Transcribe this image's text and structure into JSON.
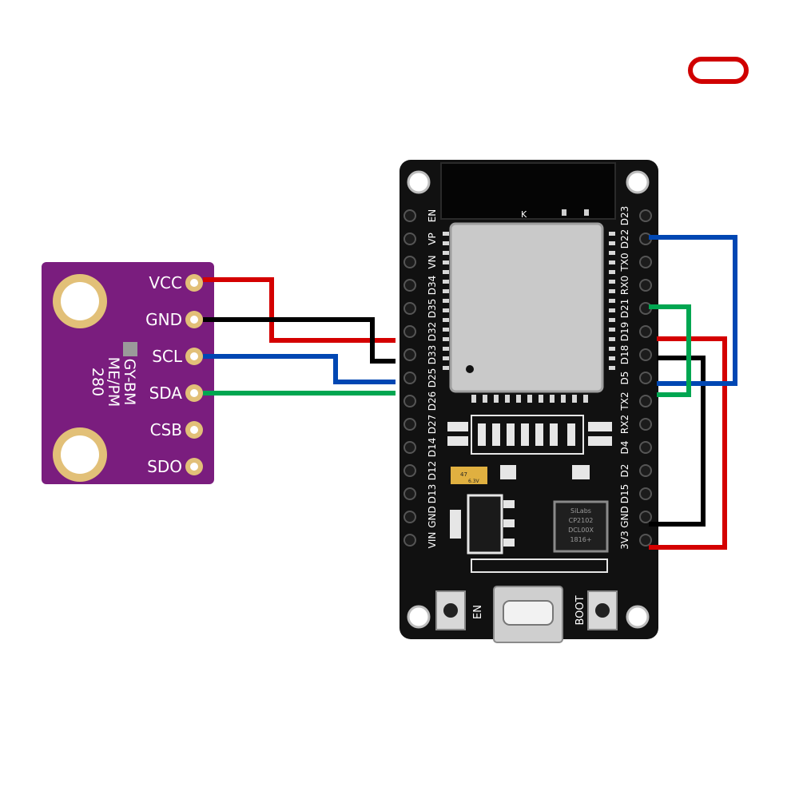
{
  "sensor": {
    "silkscreen_lines": [
      "GY-BM",
      "ME/PM",
      "280"
    ],
    "pins": [
      "VCC",
      "GND",
      "SCL",
      "SDA",
      "CSB",
      "SDO"
    ],
    "board_color": "#7a1d7e"
  },
  "esp32": {
    "left_pins": [
      "EN",
      "VP",
      "VN",
      "D34",
      "D35",
      "D32",
      "D33",
      "D25",
      "D26",
      "D27",
      "D14",
      "D12",
      "D13",
      "GND",
      "VIN"
    ],
    "right_pins": [
      "D23",
      "D22",
      "TX0",
      "RX0",
      "D21",
      "D19",
      "D18",
      "D5",
      "TX2",
      "RX2",
      "D4",
      "D2",
      "D15",
      "GND",
      "3V3"
    ],
    "module_mark": "K",
    "button_en": "EN",
    "button_boot": "BOOT",
    "usb_chip": [
      "SiLabs",
      "CP2102",
      "DCL00X",
      "1816+"
    ],
    "cap_mark": [
      "47",
      "6.3V"
    ]
  },
  "wires": [
    {
      "from": "VCC",
      "to": "3V3",
      "color": "#d40000"
    },
    {
      "from": "GND",
      "to": "GND",
      "color": "#000000"
    },
    {
      "from": "SCL",
      "to": "D22",
      "color": "#0047b3"
    },
    {
      "from": "SDA",
      "to": "D21",
      "color": "#00a651"
    }
  ],
  "logo": {
    "icon": "brand-oval-logo",
    "color": "#d00000"
  }
}
